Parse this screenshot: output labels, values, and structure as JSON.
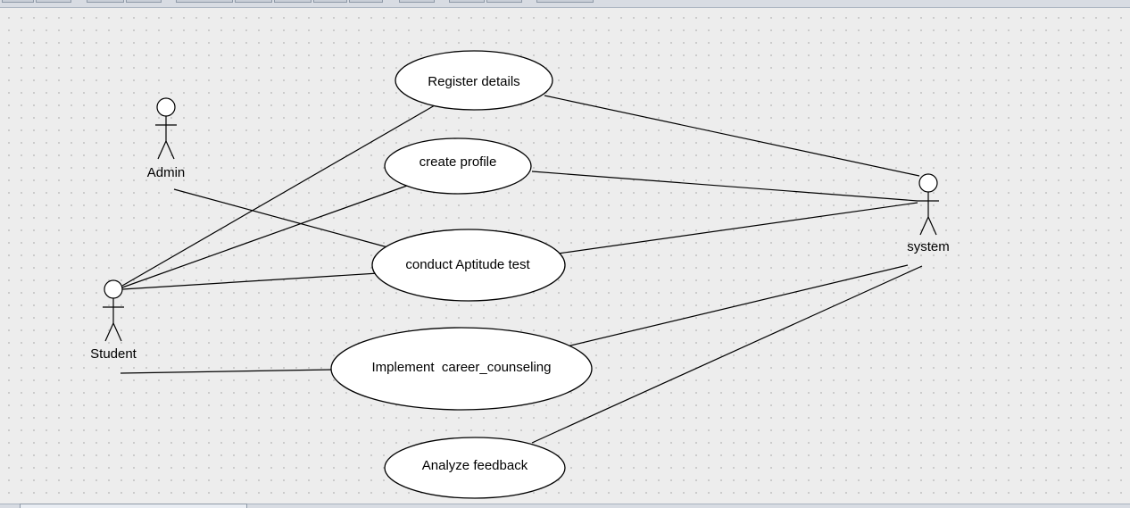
{
  "diagram": {
    "type": "use-case",
    "actors": [
      {
        "id": "admin",
        "label": "Admin"
      },
      {
        "id": "student",
        "label": "Student"
      },
      {
        "id": "system",
        "label": "system"
      }
    ],
    "use_cases": [
      {
        "id": "register",
        "label": "Register details"
      },
      {
        "id": "profile",
        "label": "create profile"
      },
      {
        "id": "aptitude",
        "label": "conduct Aptitude test"
      },
      {
        "id": "counseling",
        "label": "Implement  career_counseling"
      },
      {
        "id": "feedback",
        "label": "Analyze feedback"
      }
    ],
    "associations": [
      {
        "from": "student",
        "to": "register"
      },
      {
        "from": "student",
        "to": "profile"
      },
      {
        "from": "student",
        "to": "aptitude"
      },
      {
        "from": "student",
        "to": "counseling"
      },
      {
        "from": "admin",
        "to": "aptitude"
      },
      {
        "from": "system",
        "to": "register"
      },
      {
        "from": "system",
        "to": "profile"
      },
      {
        "from": "system",
        "to": "aptitude"
      },
      {
        "from": "system",
        "to": "counseling"
      },
      {
        "from": "system",
        "to": "feedback"
      }
    ]
  }
}
